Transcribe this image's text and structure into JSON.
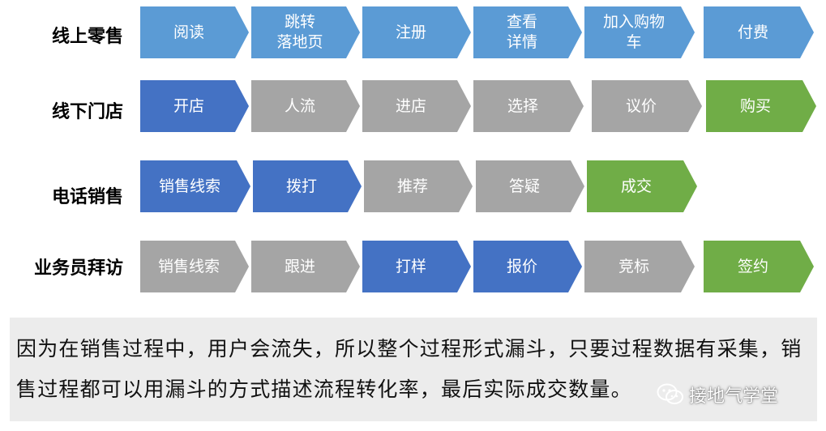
{
  "colors": {
    "light_blue": "#5b9bd5",
    "dark_blue": "#4472c4",
    "gray": "#a5a5a5",
    "green": "#70ad47",
    "note_bg": "#ececec"
  },
  "rows": [
    {
      "label": "线上零售",
      "steps": [
        {
          "text": "阅读",
          "color": "light_blue"
        },
        {
          "text": "跳转\n落地页",
          "color": "light_blue"
        },
        {
          "text": "注册",
          "color": "light_blue"
        },
        {
          "text": "查看\n详情",
          "color": "light_blue"
        },
        {
          "text": "加入购物\n车",
          "color": "light_blue"
        },
        {
          "text": "付费",
          "color": "light_blue"
        }
      ]
    },
    {
      "label": "线下门店",
      "steps": [
        {
          "text": "开店",
          "color": "dark_blue"
        },
        {
          "text": "人流",
          "color": "gray"
        },
        {
          "text": "进店",
          "color": "gray"
        },
        {
          "text": "选择",
          "color": "gray"
        },
        {
          "text": "议价",
          "color": "gray"
        },
        {
          "text": "购买",
          "color": "green"
        }
      ]
    },
    {
      "label": "电话销售",
      "steps": [
        {
          "text": "销售线索",
          "color": "dark_blue"
        },
        {
          "text": "拨打",
          "color": "dark_blue"
        },
        {
          "text": "推荐",
          "color": "gray"
        },
        {
          "text": "答疑",
          "color": "gray"
        },
        {
          "text": "成交",
          "color": "green"
        }
      ]
    },
    {
      "label": "业务员拜访",
      "steps": [
        {
          "text": "销售线索",
          "color": "gray"
        },
        {
          "text": "跟进",
          "color": "gray"
        },
        {
          "text": "打样",
          "color": "dark_blue"
        },
        {
          "text": "报价",
          "color": "dark_blue"
        },
        {
          "text": "竞标",
          "color": "gray"
        },
        {
          "text": "签约",
          "color": "green"
        }
      ]
    }
  ],
  "note": "因为在销售过程中，用户会流失，所以整个过程形式漏斗，只要过程数据有采集，销售过程都可以用漏斗的方式描述流程转化率，最后实际成交数量。",
  "watermark": {
    "text": "接地气学堂",
    "icon": "wechat-icon"
  }
}
